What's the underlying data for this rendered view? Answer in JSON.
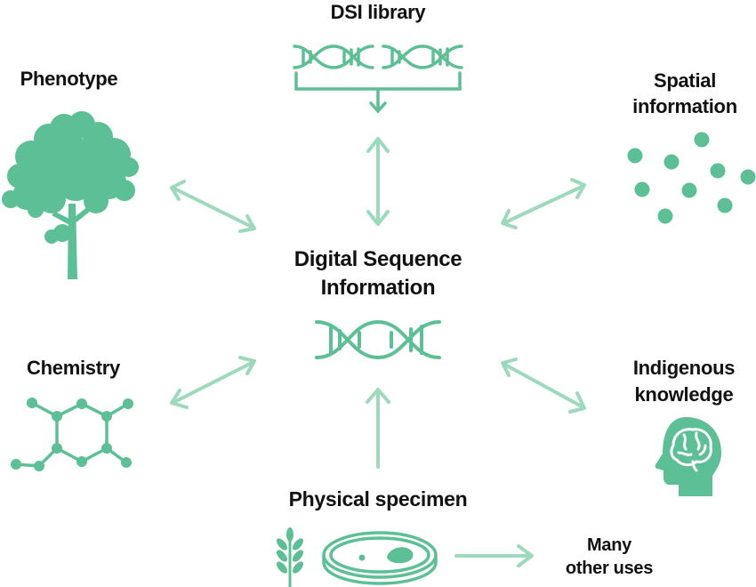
{
  "colors": {
    "icon": "#5cbf95",
    "arrow": "#9dd9bd",
    "text": "#111111"
  },
  "labels": {
    "dsi_library": "DSI library",
    "phenotype": "Phenotype",
    "spatial_line1": "Spatial",
    "spatial_line2": "information",
    "center_line1": "Digital Sequence",
    "center_line2": "Information",
    "chemistry": "Chemistry",
    "indigenous_line1": "Indigenous",
    "indigenous_line2": "knowledge",
    "physical_specimen": "Physical specimen",
    "other_uses_line1": "Many",
    "other_uses_line2": "other uses"
  },
  "icons": {
    "dsi_library": "dna-double-helix-icon",
    "phenotype": "tree-icon",
    "spatial": "dots-scatter-icon",
    "center": "dna-helix-icon",
    "chemistry": "molecule-icon",
    "indigenous": "head-with-brain-icon",
    "plant": "wheat-sprig-icon",
    "specimen": "petri-dish-icon"
  }
}
